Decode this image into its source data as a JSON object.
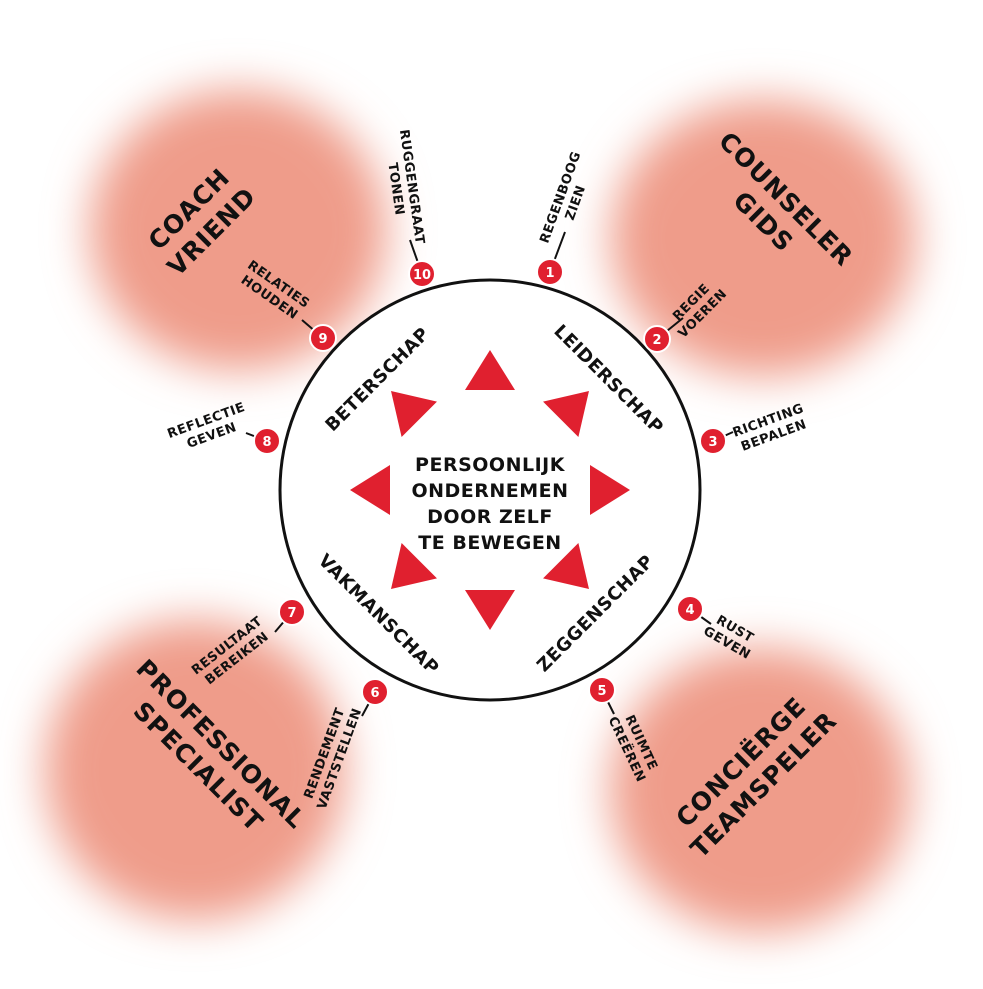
{
  "colors": {
    "blob": "#ef9c8a",
    "accent": "#e0202f",
    "ring_stroke": "#111111",
    "text": "#111111"
  },
  "blobs": [
    {
      "lines": [
        "COACH",
        "VRIEND"
      ]
    },
    {
      "lines": [
        "COUNSELER",
        "GIDS"
      ]
    },
    {
      "lines": [
        "PROFESSIONAL",
        "SPECIALIST"
      ]
    },
    {
      "lines": [
        "CONCIËRGE",
        "TEAMSPELER"
      ]
    }
  ],
  "ring_labels": [
    "BETERSCHAP",
    "LEIDERSCHAP",
    "VAKMANSCHAP",
    "ZEGGENSCHAP"
  ],
  "center": {
    "lines": [
      "PERSOONLIJK",
      "ONDERNEMEN",
      "DOOR ZELF",
      "TE BEWEGEN"
    ]
  },
  "arrow_icon": "triangle-arrow-icon",
  "spokes": [
    {
      "number": "1",
      "lines": [
        "REGENBOOG",
        "ZIEN"
      ]
    },
    {
      "number": "2",
      "lines": [
        "REGIE",
        "VOEREN"
      ]
    },
    {
      "number": "3",
      "lines": [
        "RICHTING",
        "BEPALEN"
      ]
    },
    {
      "number": "4",
      "lines": [
        "RUST",
        "GEVEN"
      ]
    },
    {
      "number": "5",
      "lines": [
        "RUIMTE",
        "CREËREN"
      ]
    },
    {
      "number": "6",
      "lines": [
        "RENDEMENT",
        "VASTSTELLEN"
      ]
    },
    {
      "number": "7",
      "lines": [
        "RESULTAAT",
        "BEREIKEN"
      ]
    },
    {
      "number": "8",
      "lines": [
        "REFLECTIE",
        "GEVEN"
      ]
    },
    {
      "number": "9",
      "lines": [
        "RELATIES",
        "HOUDEN"
      ]
    },
    {
      "number": "10",
      "lines": [
        "RUGGENGRAAT",
        "TONEN"
      ]
    }
  ]
}
